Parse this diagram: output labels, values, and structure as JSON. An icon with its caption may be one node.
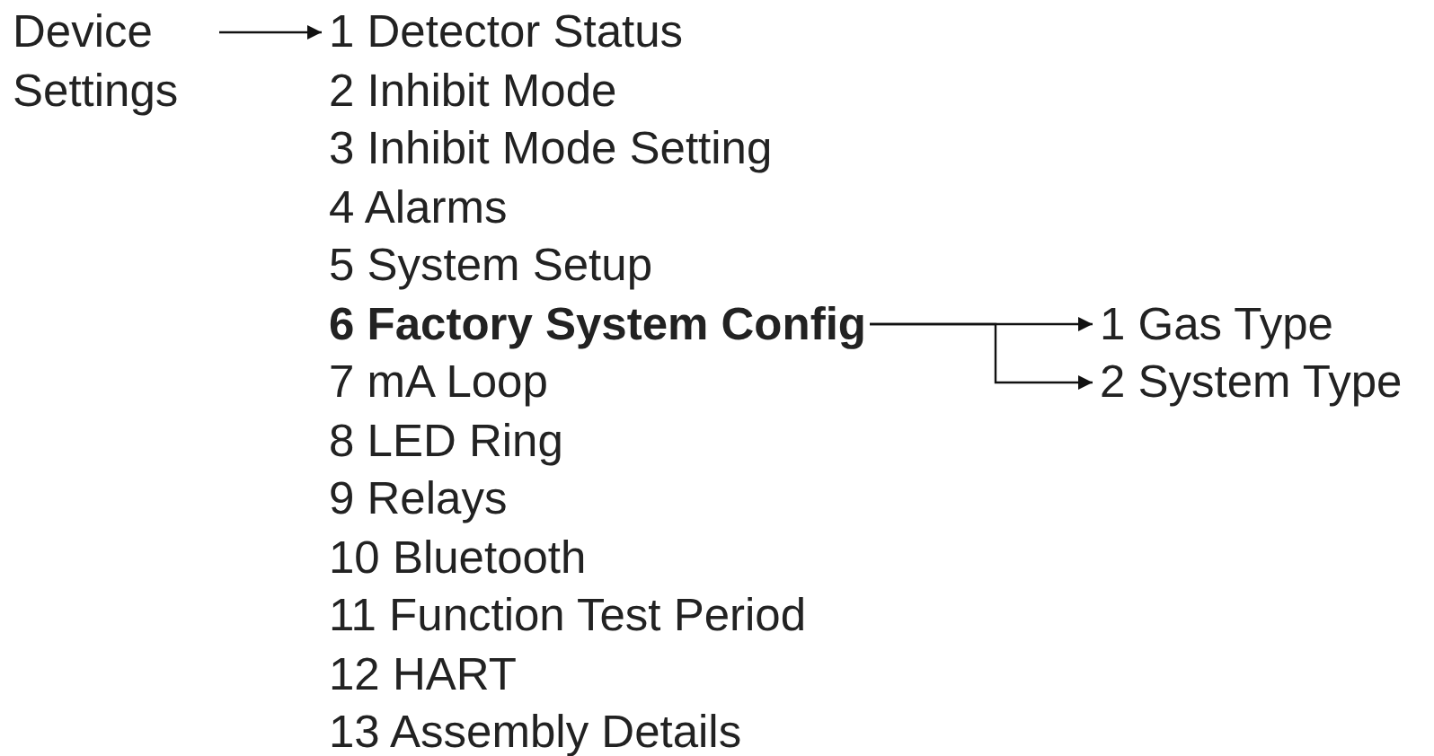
{
  "diagram": {
    "nodes": [
      {
        "text": [
          "Device Settings"
        ]
      },
      {
        "text": [
          "1 Detector Status"
        ]
      },
      {
        "text": [
          "2 Inhibit Mode"
        ]
      },
      {
        "text": [
          "3 Inhibit Mode Setting"
        ]
      },
      {
        "text": [
          "4 Alarms"
        ]
      },
      {
        "text": [
          "5 System Setup"
        ]
      },
      {
        "text": [
          "6 Factory System Config"
        ]
      },
      {
        "text": [
          "7 mA Loop"
        ]
      },
      {
        "text": [
          "8 LED Ring"
        ]
      },
      {
        "text": [
          "9 Relays"
        ]
      },
      {
        "text": [
          "10 Bluetooth"
        ]
      },
      {
        "text": [
          "11 Function Test Period"
        ]
      },
      {
        "text": [
          "12 HART"
        ]
      },
      {
        "text": [
          "13 Assembly Details"
        ]
      },
      {
        "text": [
          "1 Gas Type"
        ]
      },
      {
        "text": [
          "2 System Type"
        ]
      }
    ],
    "edges": [
      {
        "from": 0,
        "to": 1,
        "arrow": "to"
      },
      {
        "from": 6,
        "to": 14,
        "arrow": "to"
      },
      {
        "from": 6,
        "to": 15,
        "arrow": "to"
      }
    ]
  }
}
